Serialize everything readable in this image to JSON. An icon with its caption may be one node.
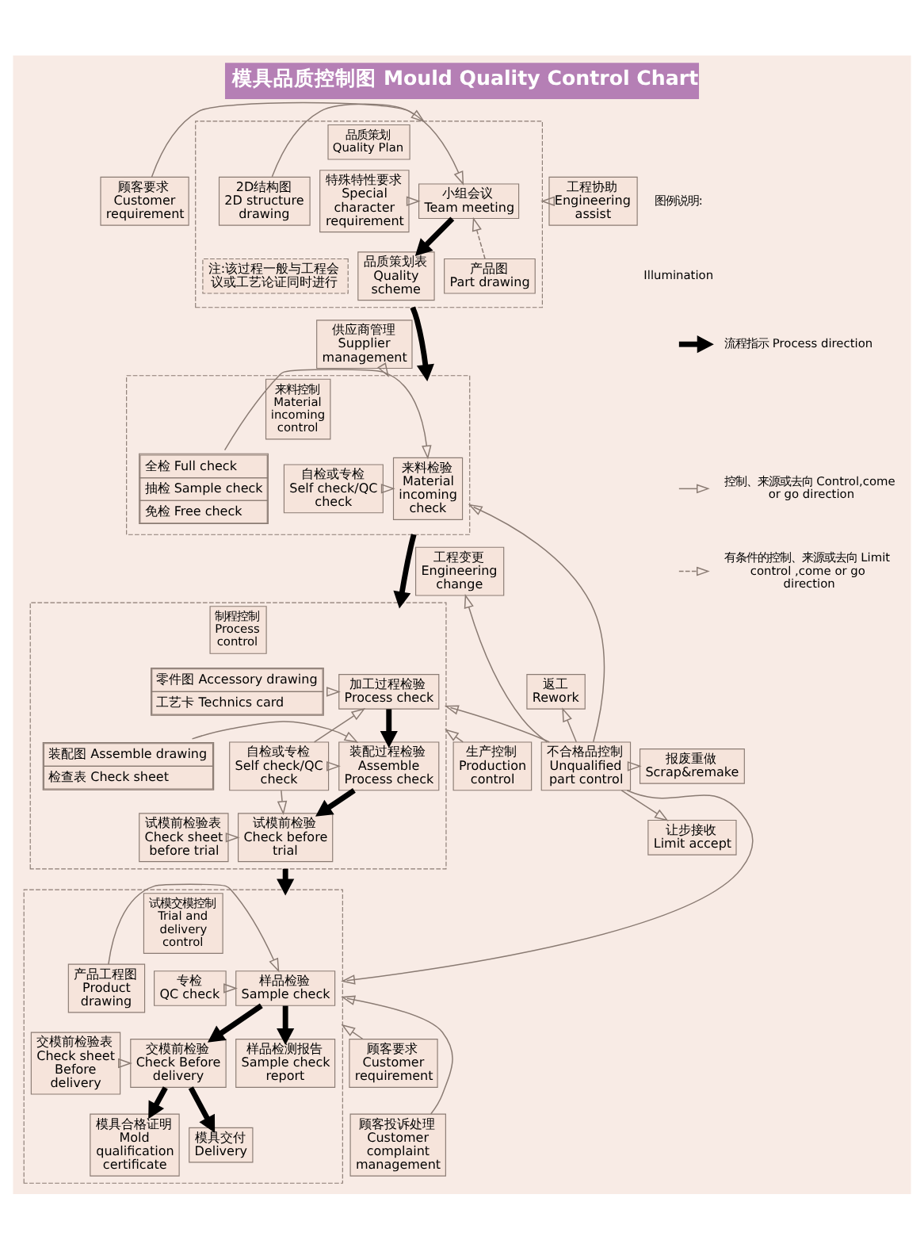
{
  "diagram": {
    "title": "模具品质控制图 Mould Quality Control Chart",
    "nodes": [
      {
        "text": [
          "顾客要求",
          "Customer requirement"
        ]
      },
      {
        "text": [
          "品质策划",
          "Quality Plan"
        ]
      },
      {
        "text": [
          "特殊特性要求",
          "Special character requirement"
        ],
        "in": 1
      },
      {
        "text": [
          "小组会议",
          "Team meeting"
        ],
        "in": 1
      },
      {
        "text": [
          "品质策划表",
          "Quality scheme"
        ],
        "in": 1
      },
      {
        "text": [
          "2D结构图",
          "2D structure drawing"
        ],
        "in": 1
      },
      {
        "text": [
          "产品图",
          "Part drawing"
        ],
        "in": 1
      },
      {
        "text": [
          "注:该过程一般与工程会议或工艺论证同时进行"
        ],
        "in": 1
      },
      {
        "text": [
          "工程协助",
          "Engineering assist"
        ]
      },
      {
        "text": [
          "供应商管理",
          "Supplier management"
        ]
      },
      {
        "text": [
          "来料控制",
          "Material incoming control"
        ]
      },
      {
        "text": [
          "自检或专检",
          "Self check/QC check"
        ],
        "in": 10
      },
      {
        "text": [
          "来料检验",
          "Material incoming check"
        ],
        "in": 10
      },
      {
        "text": [
          "全检 Full check",
          "抽检 Sample check",
          "免检 Free check"
        ],
        "in": 10
      },
      {
        "text": [
          "生产控制",
          "Production control"
        ]
      },
      {
        "text": [
          "制程控制",
          "Process control"
        ]
      },
      {
        "text": [
          "自检或专检",
          "Self check/QC check"
        ],
        "in": 15
      },
      {
        "text": [
          "加工过程检验",
          "Process check"
        ],
        "in": 15
      },
      {
        "text": [
          "装配过程检验",
          "Assemble Process check"
        ],
        "in": 15
      },
      {
        "text": [
          "试模前检验",
          "Check before trial"
        ],
        "in": 15
      },
      {
        "text": [
          "零件图 Accessory drawing",
          "工艺卡 Technics card"
        ],
        "in": 15
      },
      {
        "text": [
          "装配图 Assemble drawing",
          "检查表 Check sheet"
        ],
        "in": 15
      },
      {
        "text": [
          "试模前检验表",
          "Check sheet before trial"
        ],
        "in": 15
      },
      {
        "text": [
          "不合格品控制",
          "Unqualified part control"
        ]
      },
      {
        "text": [
          "工程变更",
          "Engineering change"
        ]
      },
      {
        "text": [
          "返工",
          "Rework"
        ]
      },
      {
        "text": [
          "报废重做",
          "Scrap&remake"
        ]
      },
      {
        "text": [
          "让步接收",
          "Limit accept"
        ]
      },
      {
        "text": [
          "顾客要求",
          "Customer requirement"
        ]
      },
      {
        "text": [
          "试模交模控制",
          "Trial and delivery control"
        ]
      },
      {
        "text": [
          "专检",
          "QC check"
        ],
        "in": 29
      },
      {
        "text": [
          "样品检验",
          "Sample check"
        ],
        "in": 29
      },
      {
        "text": [
          "产品工程图",
          "Product drawing"
        ],
        "in": 29
      },
      {
        "text": [
          "样品检测报告",
          "Sample check report"
        ],
        "in": 29
      },
      {
        "text": [
          "交模前检验",
          "Check Before delivery"
        ],
        "in": 29
      },
      {
        "text": [
          "交模前检验表",
          "Check sheet Before delivery"
        ],
        "in": 29
      },
      {
        "text": [
          "模具合格证明",
          "Mold qualification certificate"
        ],
        "in": 29
      },
      {
        "text": [
          "模具交付",
          "Delivery"
        ],
        "in": 29
      },
      {
        "text": [
          "顾客投诉处理",
          "Customer complaint management"
        ]
      }
    ],
    "edges": [
      {
        "from": 0,
        "to": 1,
        "arrow": "to"
      },
      {
        "from": 2,
        "to": 3,
        "arrow": "to"
      },
      {
        "from": 5,
        "to": 3,
        "arrow": "to"
      },
      {
        "from": 6,
        "to": 3,
        "arrow": "to",
        "style": "dashed"
      },
      {
        "from": 3,
        "to": 4,
        "arrow": "to",
        "style": "thick",
        "color": "#000000"
      },
      {
        "from": 8,
        "to": 1,
        "arrow": "to"
      },
      {
        "from": 1,
        "to": 10,
        "arrow": "to",
        "style": "thick",
        "color": "#000000"
      },
      {
        "from": 9,
        "to": 10,
        "arrow": "to"
      },
      {
        "from": 11,
        "to": 12,
        "arrow": "to"
      },
      {
        "from": 13,
        "to": 12,
        "arrow": "to"
      },
      {
        "from": 10,
        "to": 15,
        "arrow": "to",
        "style": "thick",
        "color": "#000000"
      },
      {
        "from": 14,
        "to": 15,
        "arrow": "to"
      },
      {
        "from": 16,
        "to": 17,
        "arrow": "to"
      },
      {
        "from": 16,
        "to": 18,
        "arrow": "to"
      },
      {
        "from": 16,
        "to": 19,
        "arrow": "to"
      },
      {
        "from": 20,
        "to": 17,
        "arrow": "to"
      },
      {
        "from": 21,
        "to": 18,
        "arrow": "to"
      },
      {
        "from": 22,
        "to": 19,
        "arrow": "to"
      },
      {
        "from": 17,
        "to": 18,
        "arrow": "to",
        "style": "thick",
        "color": "#000000"
      },
      {
        "from": 18,
        "to": 19,
        "arrow": "to",
        "style": "thick",
        "color": "#000000"
      },
      {
        "from": 23,
        "to": 10,
        "arrow": "to"
      },
      {
        "from": 23,
        "to": 15,
        "arrow": "to"
      },
      {
        "from": 23,
        "to": 29,
        "arrow": "to"
      },
      {
        "from": 23,
        "to": 24,
        "arrow": "to"
      },
      {
        "from": 23,
        "to": 25,
        "arrow": "to"
      },
      {
        "from": 23,
        "to": 26,
        "arrow": "to"
      },
      {
        "from": 23,
        "to": 27,
        "arrow": "to"
      },
      {
        "from": 15,
        "to": 29,
        "arrow": "to",
        "style": "thick",
        "color": "#000000"
      },
      {
        "from": 28,
        "to": 29,
        "arrow": "to"
      },
      {
        "from": 30,
        "to": 31,
        "arrow": "to"
      },
      {
        "from": 32,
        "to": 31,
        "arrow": "to"
      },
      {
        "from": 31,
        "to": 33,
        "arrow": "to",
        "style": "thick",
        "color": "#000000"
      },
      {
        "from": 31,
        "to": 34,
        "arrow": "to",
        "style": "thick",
        "color": "#000000"
      },
      {
        "from": 35,
        "to": 34,
        "arrow": "to"
      },
      {
        "from": 34,
        "to": 36,
        "arrow": "to",
        "style": "thick",
        "color": "#000000"
      },
      {
        "from": 34,
        "to": 37,
        "arrow": "to",
        "style": "thick",
        "color": "#000000"
      },
      {
        "from": 38,
        "to": 29,
        "arrow": "to"
      }
    ],
    "labels": [
      "图例说明:",
      "Illumination"
    ],
    "legend": [
      {
        "text": "流程指示 Process direction"
      },
      {
        "text": "控制、来源或去向 Control,come or go direction"
      },
      {
        "text": "有条件的控制、来源或去向 Limit control ,come or go direction"
      }
    ]
  }
}
